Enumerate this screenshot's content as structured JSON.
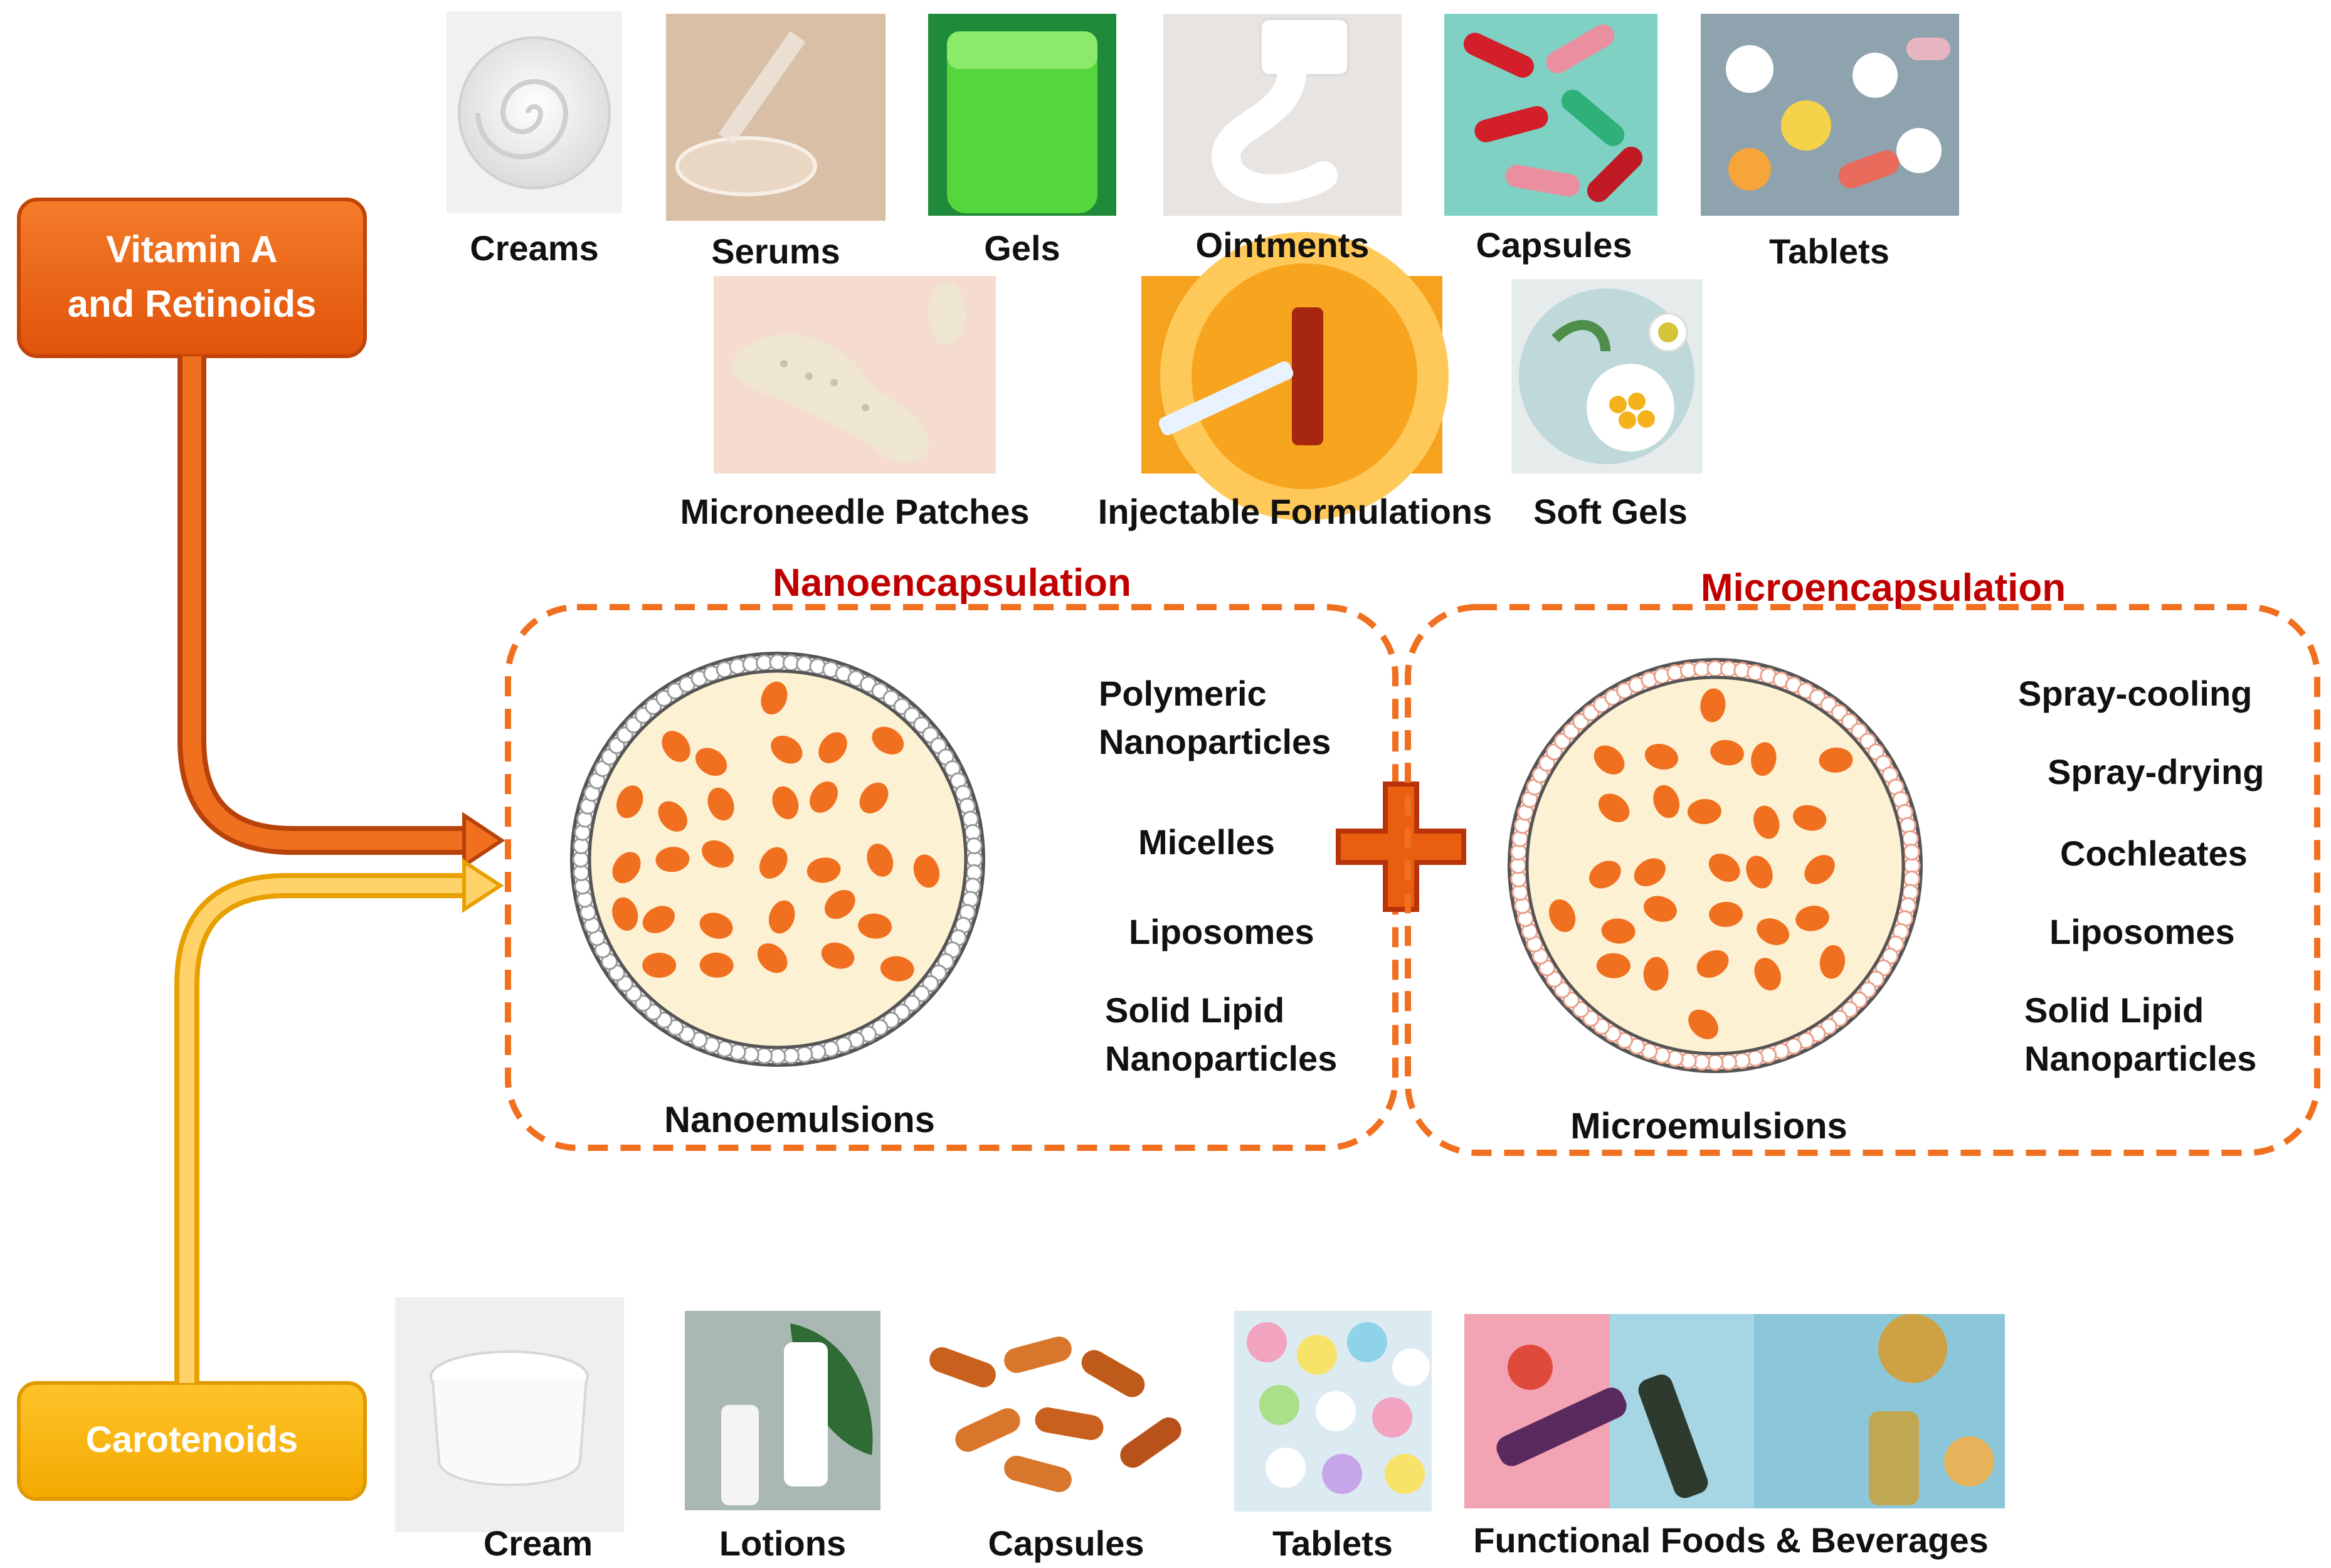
{
  "sources": {
    "vitamin_a": {
      "line1": "Vitamin A",
      "line2": "and Retinoids",
      "color": "#E95E0F"
    },
    "carotenoids": {
      "label": "Carotenoids",
      "color": "#F5B20F"
    }
  },
  "top_products_row1": [
    "Creams",
    "Serums",
    "Gels",
    "Ointments",
    "Capsules",
    "Tablets"
  ],
  "top_products_row2": [
    "Microneedle Patches",
    "Injectable Formulations",
    "Soft Gels"
  ],
  "bottom_products": [
    "Cream",
    "Lotions",
    "Capsules",
    "Tablets",
    "Functional Foods & Beverages"
  ],
  "nano": {
    "title": "Nanoencapsulation",
    "emulsion": "Nanoemulsions",
    "techniques": [
      [
        "Polymeric",
        "Nanoparticles"
      ],
      [
        "Micelles"
      ],
      [
        "Liposomes"
      ],
      [
        "Solid Lipid",
        "Nanoparticles"
      ]
    ]
  },
  "micro": {
    "title": "Microencapsulation",
    "emulsion": "Microemulsions",
    "techniques": [
      [
        "Spray-cooling"
      ],
      [
        "Spray-drying"
      ],
      [
        "Cochleates"
      ],
      [
        "Liposomes"
      ],
      [
        "Solid Lipid",
        "Nanoparticles"
      ]
    ]
  },
  "colors": {
    "dash_border": "#F07020",
    "section_title": "#C00000",
    "droplet": "#F07020",
    "droplet_fill_bg": "#FDF1D3",
    "plus": "#E95E0F"
  }
}
